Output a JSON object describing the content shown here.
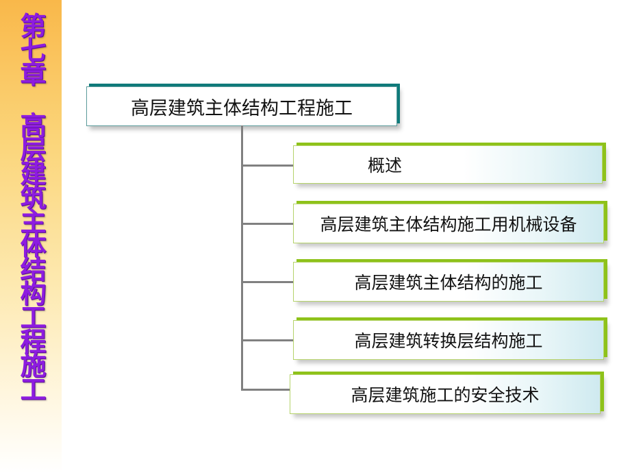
{
  "sidebar": {
    "chapter": "第七章",
    "title": "高层建筑主体结构工程施工"
  },
  "diagram": {
    "root": "高层建筑主体结构工程施工",
    "children": [
      "概述",
      "高层建筑主体结构施工用机械设备",
      "高层建筑主体结构的施工",
      "高层建筑转换层结构施工",
      "高层建筑施工的安全技术"
    ],
    "colors": {
      "title_purple": "#8d1ce0",
      "banner_orange": "#f9b84a",
      "root_shadow": "#0f7a7a",
      "child_shadow": "#8ec21a",
      "connector": "#808080"
    }
  }
}
